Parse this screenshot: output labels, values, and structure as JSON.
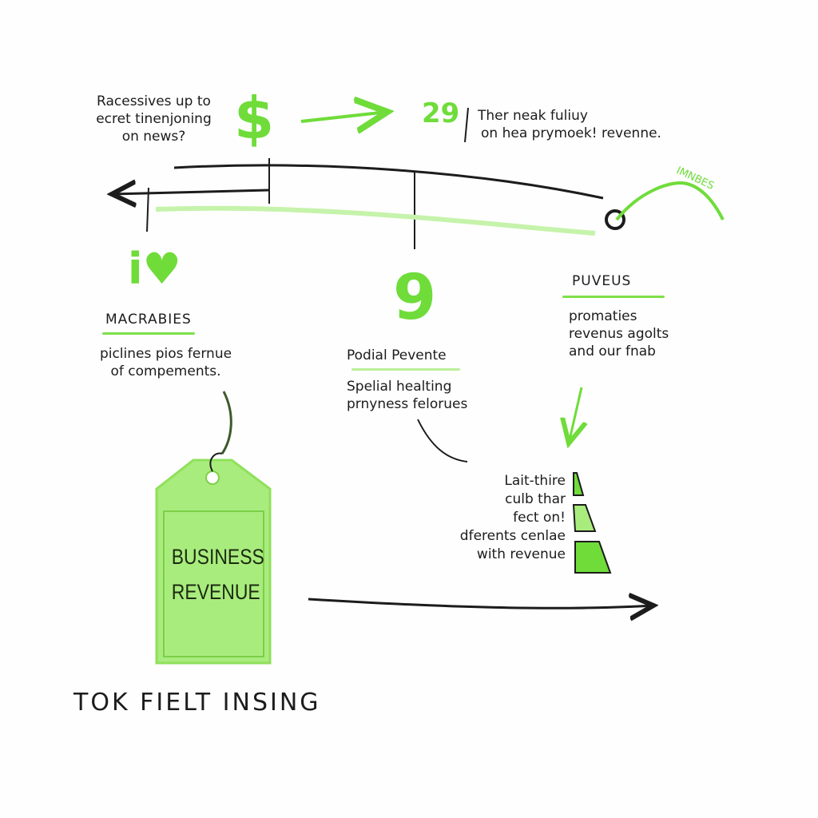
{
  "top": {
    "left_note": [
      "Racessives up to",
      "ecret tinenjoning",
      "on news?"
    ],
    "dollar_symbol": "$",
    "number": "29",
    "right_note": [
      "Ther neak fuliuy",
      "on hea prymoek! revenne."
    ],
    "curl_label": "IMNBES"
  },
  "columns": [
    {
      "icon": "i♥",
      "heading": "MACRABIES",
      "body": [
        "piclines pios fernue",
        "of compements."
      ]
    },
    {
      "icon": "9",
      "heading": "Podial Pevente",
      "body": [
        "Spelial healting",
        "prnyness felorues"
      ]
    },
    {
      "heading": "PUVEUS",
      "body": [
        "promaties",
        "revenus agolts",
        "and our fnab"
      ]
    }
  ],
  "funnel": {
    "labels": [
      "Lait-thire",
      "culb thar",
      "fect on!",
      "dferents cenlae",
      "with revenue"
    ]
  },
  "tag": {
    "lines": [
      "BUSINESS",
      "REVENUE"
    ]
  },
  "footer": "TOK FIELT INSING",
  "colors": {
    "accent": "#6fdc3a",
    "accent_light": "#a9ec7e",
    "ink": "#1c1c1c"
  }
}
